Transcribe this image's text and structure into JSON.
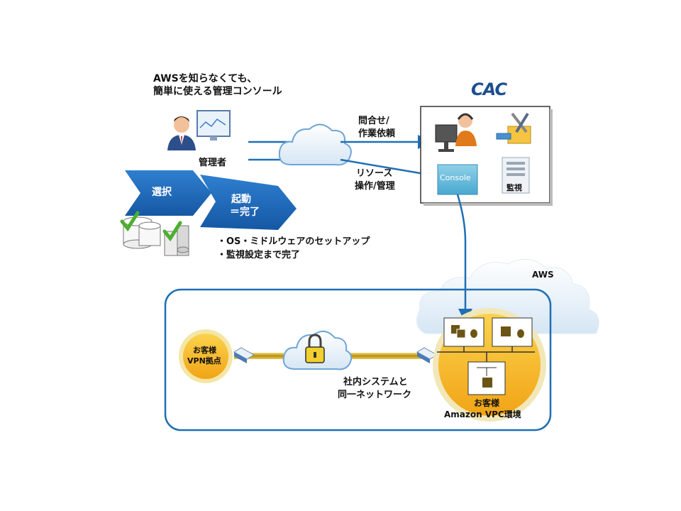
{
  "headline": {
    "line1": "AWSを知らなくても、",
    "line2": "簡単に使える管理コンソール"
  },
  "admin": {
    "label": "管理者"
  },
  "chevrons": {
    "select": "選択",
    "launch_line1": "起動",
    "launch_line2": "＝完了"
  },
  "bullets": {
    "item1": "・OS・ミドルウェアのセットアップ",
    "item2": "・監視設定まで完了"
  },
  "cac": {
    "logo": "CAC",
    "console_label": "Console",
    "monitor_label": "監視",
    "inquiry_line1": "問合せ/",
    "inquiry_line2": "作業依頼",
    "resource_line1": "リソース",
    "resource_line2": "操作/管理"
  },
  "aws": {
    "label": "AWS"
  },
  "customer_site": {
    "line1": "お客様",
    "line2": "VPN拠点"
  },
  "network": {
    "line1": "社内システムと",
    "line2": "同一ネットワーク"
  },
  "vpc": {
    "line1": "お客様",
    "line2": "Amazon VPC環境"
  },
  "colors": {
    "blue": "#1f6fb5",
    "navy": "#1d4e8f",
    "gold": "#f5b21c",
    "green": "#4caf2f",
    "bar": "#c8a018"
  }
}
